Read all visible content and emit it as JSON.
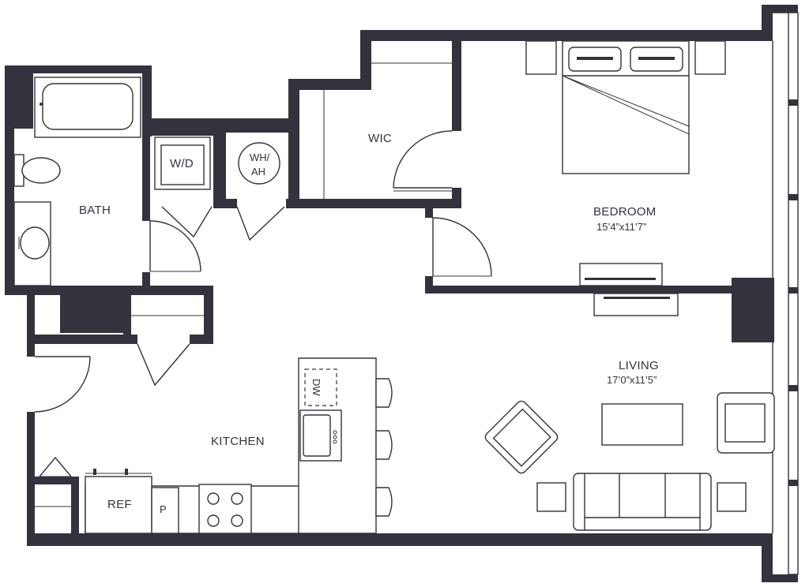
{
  "rooms": {
    "bath": "BATH",
    "wd": "W/D",
    "wh_line1": "WH/",
    "wh_line2": "AH",
    "wic": "WIC",
    "bedroom": "BEDROOM",
    "bedroom_dim": "15’4”x11’7”",
    "living": "LIVING",
    "living_dim": "17’0”x11’5”",
    "kitchen": "KITCHEN",
    "dw": "DW",
    "ref": "REF",
    "pantry": "P"
  },
  "colors": {
    "wall": "#33333d",
    "background": "#ffffff"
  }
}
